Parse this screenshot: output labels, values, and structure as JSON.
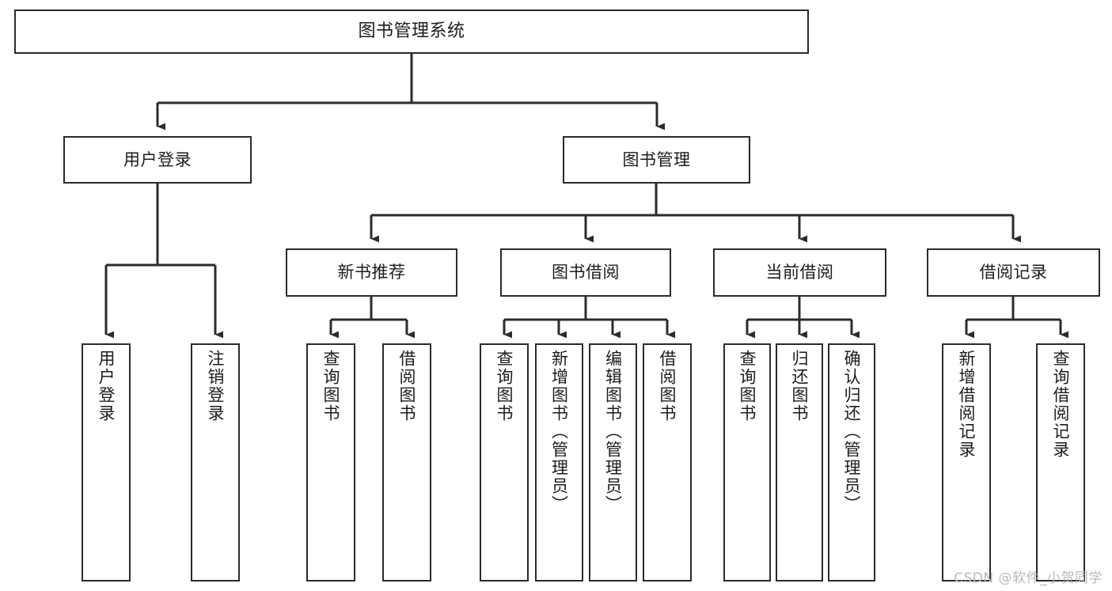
{
  "diagram": {
    "title": "图书管理系统",
    "type": "tree",
    "watermark": "CSDN @软件_小贺同学",
    "colors": {
      "box_border": "#2b2b2b",
      "box_fill": "#ffffff",
      "connector": "#2b2b2b",
      "text": "#1c1c1c",
      "watermark": "#b9b9b9",
      "background": "#ffffff"
    },
    "nodes": {
      "root": {
        "label": "图书管理系统"
      },
      "level1": [
        {
          "id": "user-login",
          "label": "用户登录"
        },
        {
          "id": "book-manage",
          "label": "图书管理"
        }
      ],
      "level2": [
        {
          "id": "new-book-recommend",
          "label": "新书推荐"
        },
        {
          "id": "book-borrow",
          "label": "图书借阅"
        },
        {
          "id": "current-borrow",
          "label": "当前借阅"
        },
        {
          "id": "borrow-record",
          "label": "借阅记录"
        }
      ],
      "leaves": {
        "user-login": [
          {
            "id": "leaf-user-login",
            "label": "用户登录"
          },
          {
            "id": "leaf-user-logout",
            "label": "注销登录"
          }
        ],
        "new-book-recommend": [
          {
            "id": "leaf-query-book-1",
            "label": "查询图书"
          },
          {
            "id": "leaf-borrow-book-1",
            "label": "借阅图书"
          }
        ],
        "book-borrow": [
          {
            "id": "leaf-query-book-2",
            "label": "查询图书"
          },
          {
            "id": "leaf-add-book",
            "label": "新增图书（管理员）"
          },
          {
            "id": "leaf-edit-book",
            "label": "编辑图书（管理员）"
          },
          {
            "id": "leaf-borrow-book-2",
            "label": "借阅图书"
          }
        ],
        "current-borrow": [
          {
            "id": "leaf-query-book-3",
            "label": "查询图书"
          },
          {
            "id": "leaf-return-book",
            "label": "归还图书"
          },
          {
            "id": "leaf-confirm-return",
            "label": "确认归还（管理员）"
          }
        ],
        "borrow-record": [
          {
            "id": "leaf-add-record",
            "label": "新增借阅记录"
          },
          {
            "id": "leaf-query-record",
            "label": "查询借阅记录"
          }
        ]
      }
    }
  }
}
